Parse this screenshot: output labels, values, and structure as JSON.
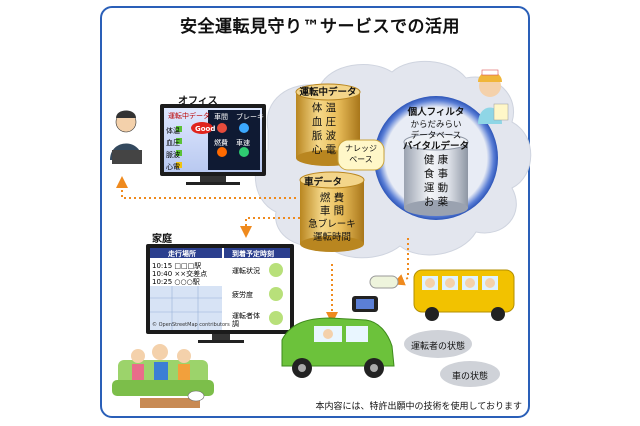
{
  "title": "安全運転見守り™サービスでの活用",
  "office_label": "オフィス",
  "home_label": "家庭",
  "driving_data": {
    "title": "運転中データ",
    "items": [
      "体 温",
      "血 圧",
      "脈 波",
      "心 電"
    ]
  },
  "knowledge_base": [
    "ナレッジ",
    "ベース"
  ],
  "car_data": {
    "title": "車データ",
    "items": [
      "燃 費",
      "車 間",
      "急ブレーキ",
      "運転時間"
    ]
  },
  "personal_filter": {
    "title": "個人フィルタ",
    "sub": [
      "からだみらい",
      "データベース"
    ]
  },
  "vital_data": {
    "title": "バイタルデータ",
    "items": [
      "健 康",
      "食 事",
      "運 動",
      "お 薬"
    ]
  },
  "office_screen": {
    "header": "運転中データ",
    "badge": "Good",
    "rows": [
      "体温",
      "血圧",
      "脈波",
      "心電"
    ],
    "tabs": [
      "車間",
      "ブレーキ",
      "燃費",
      "車速"
    ]
  },
  "home_screen": {
    "col1": "走行場所",
    "col2": "到着予定時刻",
    "times": [
      {
        "time": "10:15",
        "place": "□□□駅"
      },
      {
        "time": "10:40",
        "place": "××交差点"
      },
      {
        "time": "10:25",
        "place": "○○○駅"
      }
    ],
    "statuses": [
      "運転状況",
      "疲労度",
      "運転者体調"
    ],
    "map_credit": "© OpenStreetMap contributors"
  },
  "ovals": [
    "運転者の状態",
    "車の状態"
  ],
  "footnote": "本内容には、特許出願中の技術を使用しております",
  "colors": {
    "frame": "#2a5fb8",
    "arrow": "#ef8a1e",
    "cloud": "#e4e7ef",
    "gold": "#d8a73a",
    "silver": "#cfd4de",
    "car": "#6cc23b",
    "bus": "#f2c200"
  }
}
